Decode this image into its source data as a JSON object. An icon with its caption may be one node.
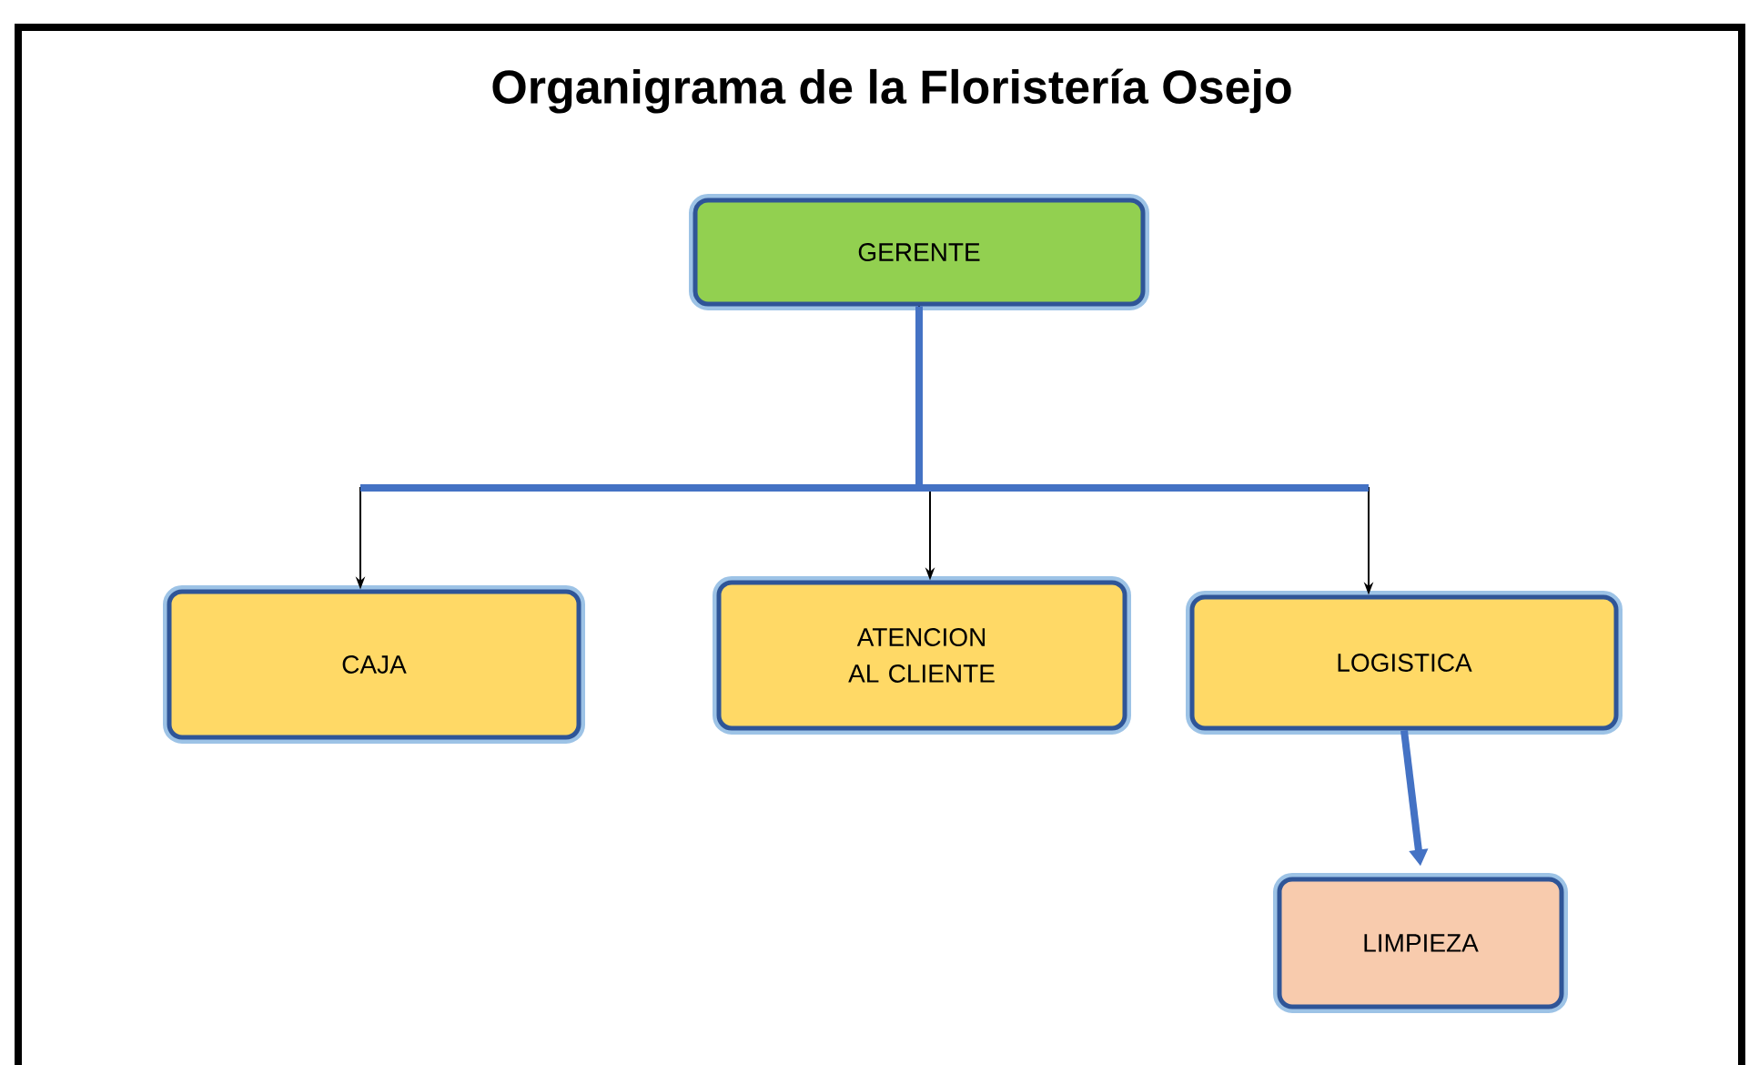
{
  "diagram": {
    "title": "Organigrama de la Floristería Osejo",
    "nodes": [
      {
        "text": [
          "GERENTE"
        ]
      },
      {
        "text": [
          "CAJA"
        ]
      },
      {
        "text": [
          "ATENCION AL CLIENTE"
        ]
      },
      {
        "text": [
          "LOGISTICA"
        ]
      },
      {
        "text": [
          "LIMPIEZA"
        ]
      }
    ],
    "edges": [
      {
        "from": 0,
        "to": 1,
        "arrow": "to"
      },
      {
        "from": 0,
        "to": 2,
        "arrow": "to"
      },
      {
        "from": 0,
        "to": 3,
        "arrow": "to"
      },
      {
        "from": 3,
        "to": 4,
        "arrow": "to"
      }
    ]
  }
}
